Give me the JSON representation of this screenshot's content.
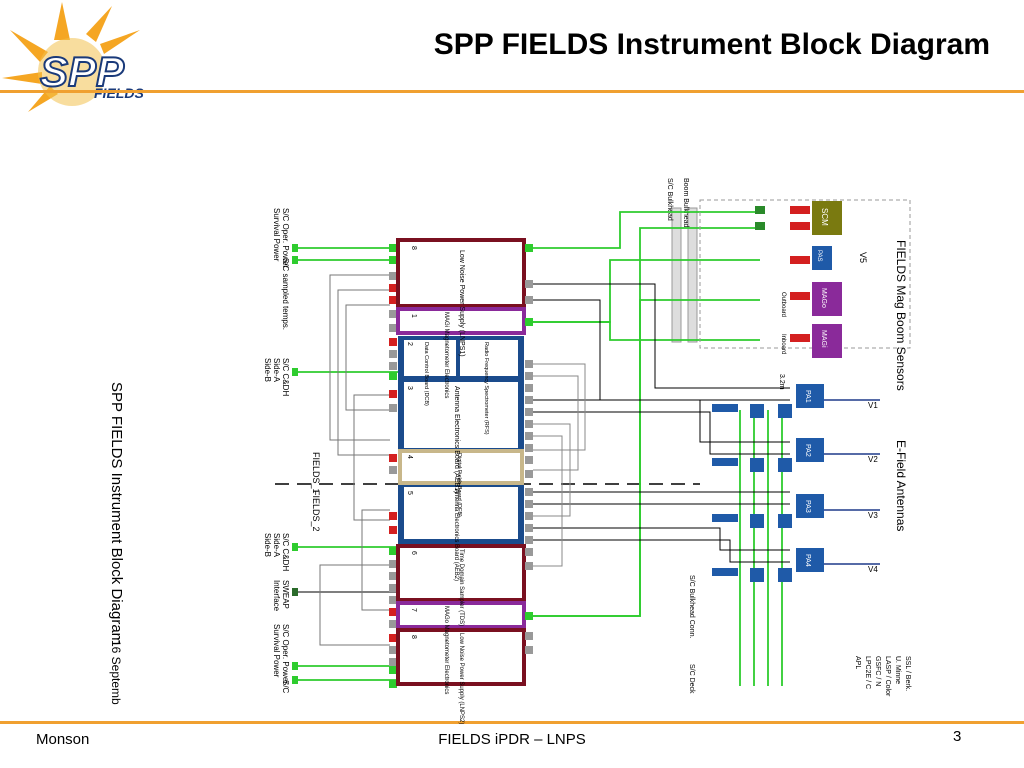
{
  "header": {
    "title": "SPP FIELDS Instrument Block Diagram",
    "logo_text": "SPP",
    "logo_subtext": "FIELDS"
  },
  "footer": {
    "author": "Monson",
    "center": "FIELDS iPDR – LNPS",
    "page": "3"
  },
  "colors": {
    "accent_rule": "#f0a030",
    "dcb_blue": "#1a4b8c",
    "lnps_red": "#7a1020",
    "mago_purple": "#8a2a9a",
    "wire_green": "#2ecc2e",
    "sensor_blue": "#1f5aa8",
    "scm_olive": "#7a7a10"
  },
  "diagram": {
    "rotated_title": "SPP FIELDS Instrument Block Diagram",
    "rotated_date": "16 Septemb",
    "fields_split_1": "FIELDS_1",
    "fields_split_2": "FIELDS_2",
    "left_labels": [
      "S/C Oper. Power\nSurvival Power",
      "S/C sampled temps.",
      "S/C C&DH\nSide-A\nSide-B",
      "S/C C&DH\nSide-A\nSide-B",
      "SWEAP\nInterface",
      "S/C Oper. Power\nSurvival Power"
    ],
    "boards": [
      {
        "num": "8",
        "name": "Low Noise Power Supply (LNPS1)"
      },
      {
        "num": "1",
        "name": "MAGi Magnetometer Electronics"
      },
      {
        "num": "2",
        "name": "Data Control Board (DCB)"
      },
      {
        "num": "",
        "name": "Radio Frequency Spectrometer (RFS)"
      },
      {
        "num": "3",
        "name": "Antenna Electronics Board (AEB1)"
      },
      {
        "num": "4",
        "name": "Digital Fields Board (DFB)"
      },
      {
        "num": "5",
        "name": "Antenna Electronics Board (AEB2)"
      },
      {
        "num": "6",
        "name": "Time Domain Sampler (TDS)"
      },
      {
        "num": "7",
        "name": "MAGo Magnetometer Electronics"
      },
      {
        "num": "8",
        "name": "Low Noise Power Supply (LNPS2)"
      }
    ],
    "bulkheads": [
      "S/C Bulkhead",
      "Boom Bulkhead"
    ],
    "mag_boom_title": "FIELDS Mag Boom Sensors",
    "efield_title": "E-Field Antennas",
    "sensors": [
      "SCM",
      "PAS",
      "MAGo",
      "MAGi"
    ],
    "sensor_labels": [
      "Outboard",
      "Inboard"
    ],
    "antennas": [
      "PA1",
      "PA2",
      "PA3",
      "PA4"
    ],
    "antenna_v": [
      "V1",
      "V2",
      "V3",
      "V4"
    ],
    "v5_label": "V5",
    "length_label": "3.2m",
    "bulkhead_conn": "S/C Bulkhead Conn.",
    "sc_deck": "S/C Deck",
    "institutions": [
      "SSL / Berk.",
      "U. Minne",
      "LASP / Color",
      "GSFC / N",
      "LPC2E / C",
      "APL"
    ]
  }
}
